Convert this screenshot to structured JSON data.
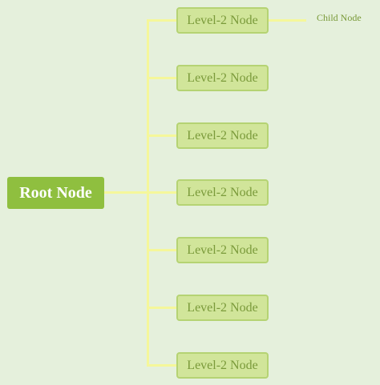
{
  "diagram": {
    "root": {
      "label": "Root Node"
    },
    "level2": [
      {
        "label": "Level-2 Node",
        "children": [
          "Child Node"
        ]
      },
      {
        "label": "Level-2 Node",
        "children": []
      },
      {
        "label": "Level-2 Node",
        "children": []
      },
      {
        "label": "Level-2 Node",
        "children": []
      },
      {
        "label": "Level-2 Node",
        "children": []
      },
      {
        "label": "Level-2 Node",
        "children": []
      },
      {
        "label": "Level-2 Node",
        "children": []
      }
    ]
  },
  "colors": {
    "background": "#e5f0dc",
    "root_fill": "#8fbf3f",
    "node_fill": "#d1e59a",
    "node_border": "#b5d373",
    "connector": "#f5f79a",
    "node_text": "#7a9a3a"
  }
}
